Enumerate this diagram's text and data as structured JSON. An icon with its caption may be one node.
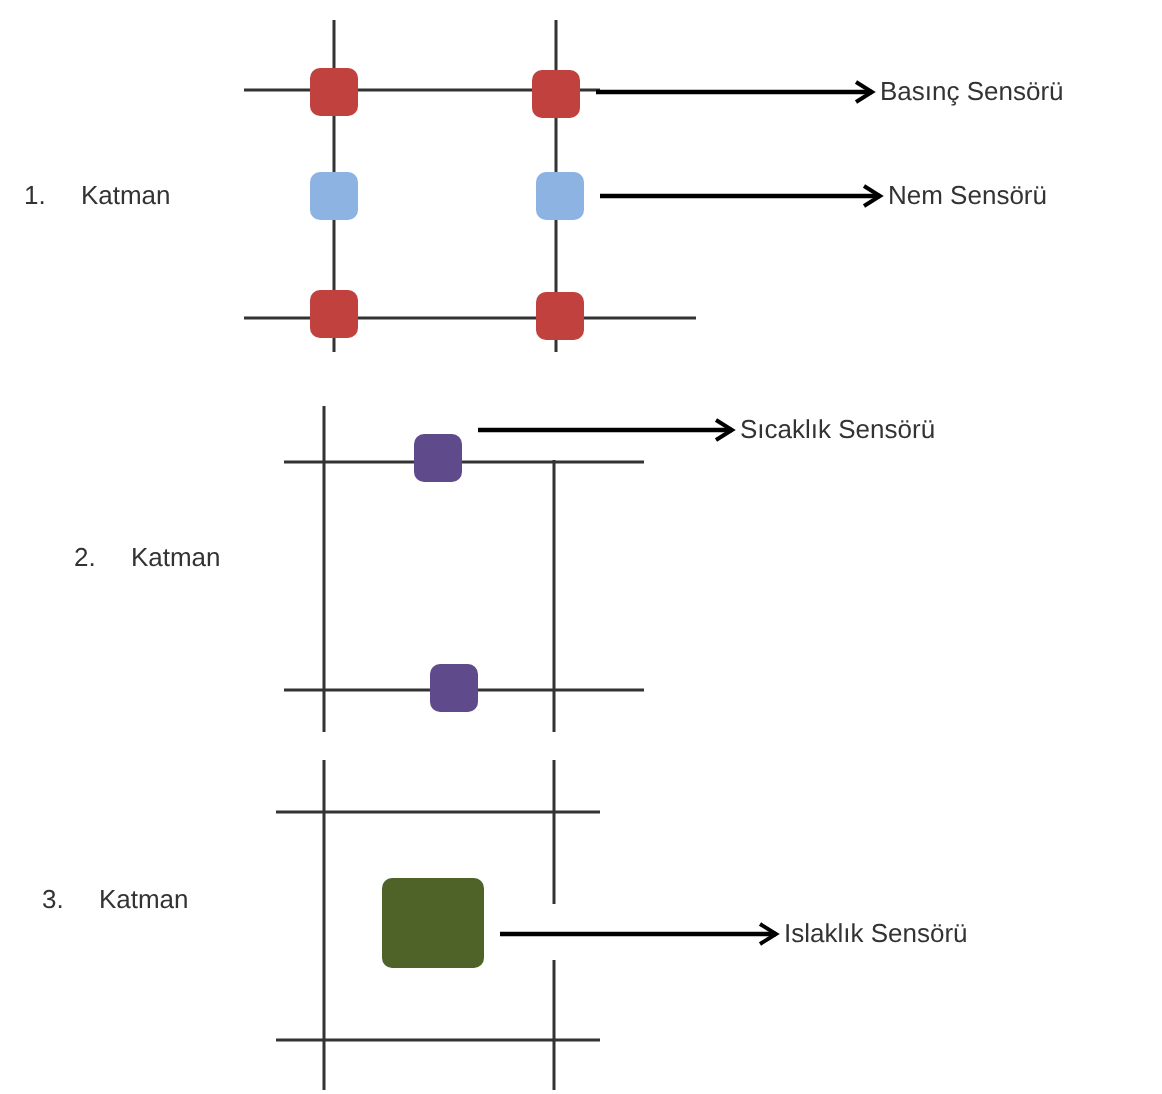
{
  "diagram": {
    "nodes": [
      {
        "text": [],
        "shape": "box"
      },
      {
        "text": [],
        "shape": "box"
      },
      {
        "text": [
          "Basınç Sensörü"
        ]
      },
      {
        "text": [],
        "shape": "box"
      },
      {
        "text": [],
        "shape": "box"
      },
      {
        "text": [
          "Nem Sensörü"
        ]
      },
      {
        "text": [],
        "shape": "box"
      },
      {
        "text": [],
        "shape": "box"
      },
      {
        "text": [],
        "shape": "box"
      },
      {
        "text": [
          "Sıcaklık Sensörü"
        ]
      },
      {
        "text": [],
        "shape": "box"
      },
      {
        "text": [],
        "shape": "box"
      },
      {
        "text": [
          "Islaklık Sensörü"
        ]
      }
    ],
    "edges": [
      {
        "from": 1,
        "to": 2,
        "arrow": "to"
      },
      {
        "from": 4,
        "to": 5,
        "arrow": "to"
      },
      {
        "from": 8,
        "to": 9,
        "arrow": "to"
      },
      {
        "from": 11,
        "to": 12,
        "arrow": "to"
      }
    ],
    "labels": [
      "1. Katman",
      "2. Katman",
      "3. Katman"
    ]
  }
}
